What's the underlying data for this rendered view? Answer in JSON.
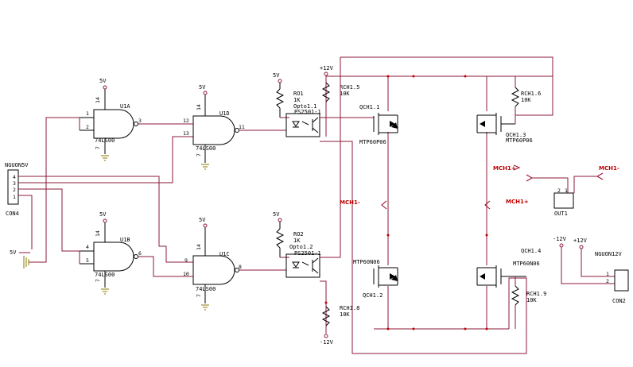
{
  "connectors": {
    "con4": {
      "name": "NGUON5V",
      "ref": "CON4",
      "pins": [
        "4",
        "3",
        "2",
        "1"
      ]
    },
    "con2": {
      "name": "NGUON12V",
      "ref": "CON2",
      "pins": [
        "1",
        "2"
      ]
    },
    "out1": {
      "ref": "OUT1",
      "pins": [
        "2",
        "1"
      ]
    }
  },
  "power": {
    "v5": "5V",
    "p12": "+12V",
    "n12": "-12V"
  },
  "gates": {
    "u1a": {
      "ref": "U1A",
      "type": "74LS00",
      "pins": [
        "1",
        "2",
        "3",
        "14",
        "7"
      ]
    },
    "u1b": {
      "ref": "U1B",
      "type": "74LS00",
      "pins": [
        "4",
        "5",
        "6",
        "14",
        "7"
      ]
    },
    "u1c": {
      "ref": "U1C",
      "type": "74LS00",
      "pins": [
        "9",
        "10",
        "8",
        "14",
        "7"
      ]
    },
    "u1d": {
      "ref": "U1D",
      "type": "74LS00",
      "pins": [
        "12",
        "13",
        "11",
        "14",
        "7"
      ]
    }
  },
  "resistors": {
    "ro1": {
      "ref": "RO1",
      "value": "1K"
    },
    "ro2": {
      "ref": "RO2",
      "value": "1K"
    },
    "rch15": {
      "ref": "RCH1.5",
      "value": "10K"
    },
    "rch16": {
      "ref": "RCH1.6",
      "value": "10K"
    },
    "rch18": {
      "ref": "RCH1.8",
      "value": "10K"
    },
    "rch19": {
      "ref": "RCH1.9",
      "value": "10K"
    }
  },
  "optos": {
    "o1": {
      "ref": "Opto1.1",
      "type": "PS2501-1"
    },
    "o2": {
      "ref": "Opto1.2",
      "type": "PS2501-1"
    }
  },
  "mosfets": {
    "q11": {
      "ref": "QCH1.1",
      "type": "MTP60P06"
    },
    "q12": {
      "ref": "QCH1.2",
      "type": "MTP60N06"
    },
    "q13": {
      "ref": "QCH1.3",
      "type": "MTP60P06"
    },
    "q14": {
      "ref": "QCH1.4",
      "type": "MTP60N06"
    }
  },
  "nets": {
    "mch1_plus": "MCH1+",
    "mch1_minus": "MCH1-"
  }
}
